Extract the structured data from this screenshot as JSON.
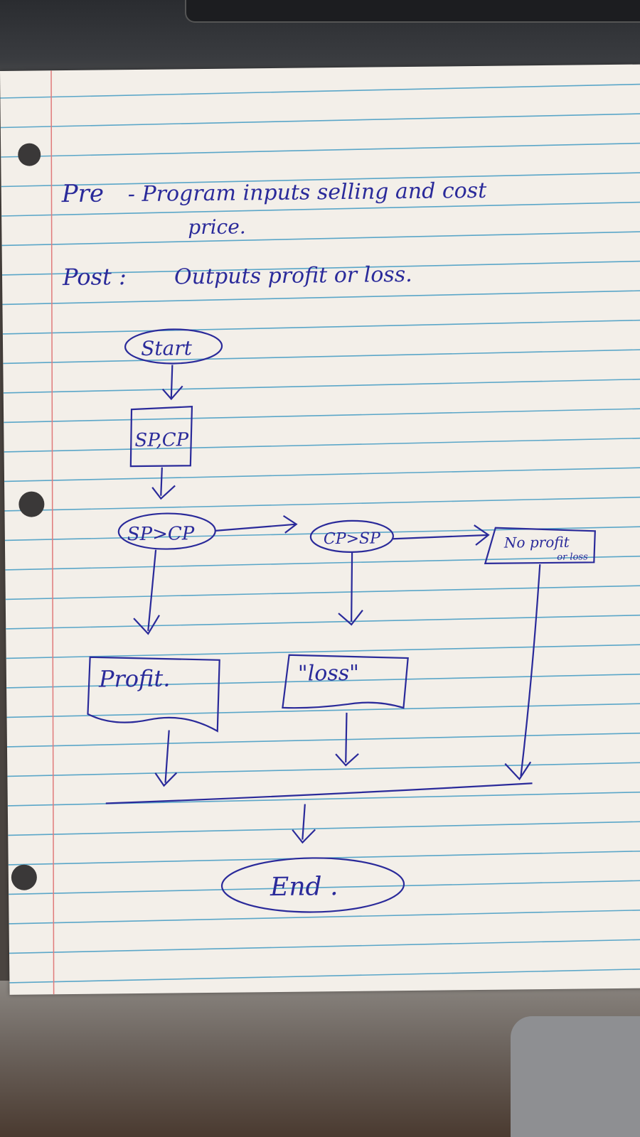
{
  "header": {
    "pre_label": "Pre",
    "pre_line1": "- Program inputs selling and cost",
    "pre_line2": "price.",
    "post_label": "Post :",
    "post_text": "Outputs profit or loss."
  },
  "flowchart": {
    "start": "Start",
    "input": "SP,CP",
    "decision1": "SP>CP",
    "decision2": "CP>SP",
    "no_profit_line1": "No profit",
    "no_profit_line2": "or loss",
    "profit_output": "Profit.",
    "loss_output": "\"loss\"",
    "end": "End ."
  },
  "colors": {
    "ink": "#2a2a9a",
    "rule_line": "#5aa6c8",
    "margin_line": "#e07a7a",
    "paper": "#f3efe9"
  }
}
